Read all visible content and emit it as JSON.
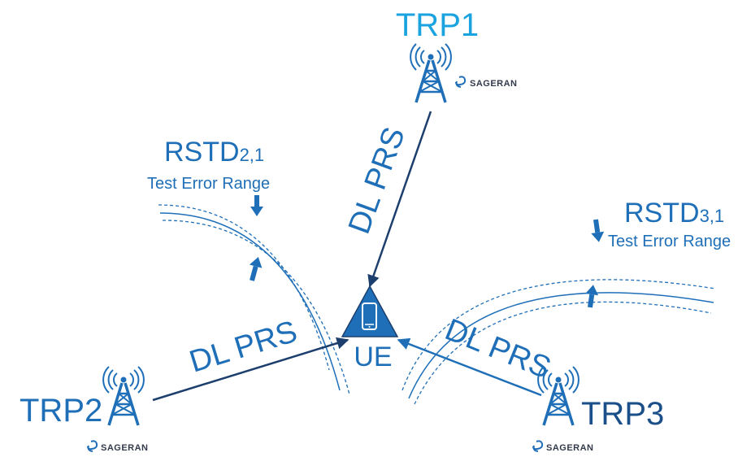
{
  "colors": {
    "trp1_label": "#1ba3e0",
    "trp2_label": "#1f6fb8",
    "trp3_label": "#1a4f8a",
    "tower_blue": "#1f6fb8",
    "dark_line": "#1d3f6e",
    "ue_fill": "#1f6fb8",
    "error_arrow": "#1f6fb8",
    "brand_text": "#333a4a"
  },
  "icons": {
    "tower": "cell-tower-icon",
    "ue": "mobile-phone-icon",
    "brand": "sageran-logo"
  },
  "nodes": {
    "trp1": {
      "label": "TRP1",
      "brand": "SAGERAN"
    },
    "trp2": {
      "label": "TRP2",
      "brand": "SAGERAN"
    },
    "trp3": {
      "label": "TRP3",
      "brand": "SAGERAN"
    },
    "ue": {
      "label": "UE"
    }
  },
  "links": {
    "trp1_to_ue": "DL PRS",
    "trp2_to_ue": "DL PRS",
    "trp3_to_ue": "DL PRS"
  },
  "rstd_left": {
    "main": "RSTD",
    "sub": "2,1",
    "caption": "Test Error Range"
  },
  "rstd_right": {
    "main": "RSTD",
    "sub": "3,1",
    "caption": "Test Error Range"
  }
}
